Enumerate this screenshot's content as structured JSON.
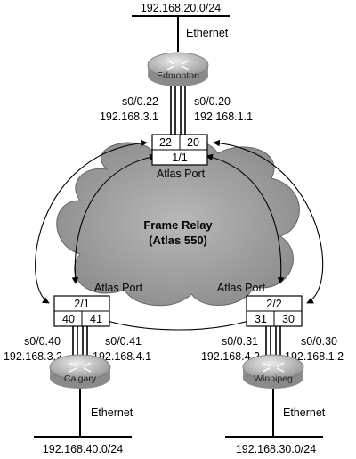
{
  "networks": {
    "top": "192.168.20.0/24",
    "bottom_left": "192.168.40.0/24",
    "bottom_right": "192.168.30.0/24"
  },
  "links": {
    "ethernet_top": "Ethernet",
    "ethernet_left": "Ethernet",
    "ethernet_right": "Ethernet"
  },
  "routers": {
    "edmonton": "Edmonton",
    "calgary": "Calgary",
    "winnipeg": "Winnipeg"
  },
  "interfaces": {
    "edmonton_left_if": "s0/0.22",
    "edmonton_left_ip": "192.168.3.1",
    "edmonton_right_if": "s0/0.20",
    "edmonton_right_ip": "192.168.1.1",
    "calgary_left_if": "s0/0.40",
    "calgary_left_ip": "192.168.3.2",
    "calgary_right_if": "s0/0.41",
    "calgary_right_ip": "192.168.4.1",
    "winnipeg_left_if": "s0/0.31",
    "winnipeg_left_ip": "192.168.4.2",
    "winnipeg_right_if": "s0/0.30",
    "winnipeg_right_ip": "192.168.1.2"
  },
  "ports": {
    "top": {
      "dlci_left": "22",
      "dlci_right": "20",
      "port": "1/1",
      "label": "Atlas Port"
    },
    "left": {
      "dlci_left": "40",
      "dlci_right": "41",
      "port": "2/1",
      "label": "Atlas Port"
    },
    "right": {
      "dlci_left": "31",
      "dlci_right": "30",
      "port": "2/2",
      "label": "Atlas Port"
    }
  },
  "cloud": {
    "title": "Frame Relay",
    "subtitle": "(Atlas 550)"
  }
}
